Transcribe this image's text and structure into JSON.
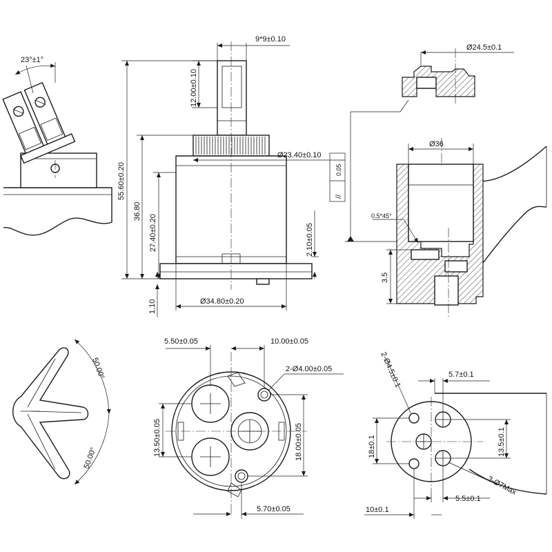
{
  "dims": {
    "angle_handle": "23°±1°",
    "stem_square": "9*9±0.10",
    "stem_height": "12.00±0.10",
    "total_height": "55.60±0.20",
    "body_height": "36.80",
    "body_lower_height": "27.40±0.20",
    "spline_dia": "Ø23.40±0.10",
    "runout": "0.05",
    "runout_symbol": "//",
    "base_height": "2.10±0.05",
    "base_thickness": "1.10",
    "body_dia": "Ø34.80±0.20",
    "cap_dia": "Ø24.5±0.1",
    "bore_dia": "Ø36",
    "chamfer": "0.5*45°",
    "seat_depth": "3.5",
    "swing_angle_1": "50.00°",
    "swing_angle_2": "50.00°",
    "bottom_x1": "5.50±0.05",
    "bottom_x2": "10.00±0.05",
    "pin_holes": "2-Ø4.00±0.05",
    "bottom_y1": "13.50±0.05",
    "bottom_y2": "18.00±0.05",
    "bottom_x3": "5.70±0.05",
    "seat_pin_holes": "2-Ø4.5±0.1",
    "seat_x1": "5.7±0.1",
    "seat_y1": "18±0.1",
    "seat_y2": "13.5±0.1",
    "seat_ports": "3-Ø7Max",
    "seat_x2": "5.5±0.1",
    "seat_x3": "10±0.1"
  }
}
